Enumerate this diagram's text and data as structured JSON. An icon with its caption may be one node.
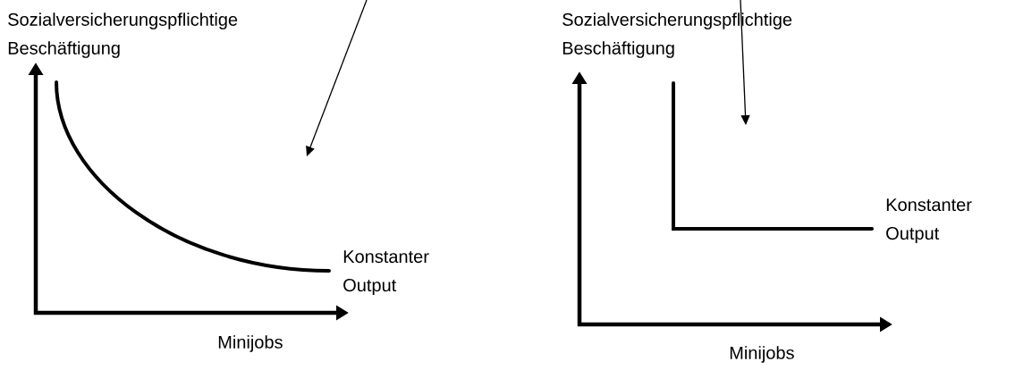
{
  "diagram": {
    "labels": [
      "Sozialversicherungspflichtige Beschäftigung",
      "Konstanter Output",
      "Minijobs",
      "Sozialversicherungspflichtige Beschäftigung",
      "Konstanter Output",
      "Minijobs"
    ]
  }
}
